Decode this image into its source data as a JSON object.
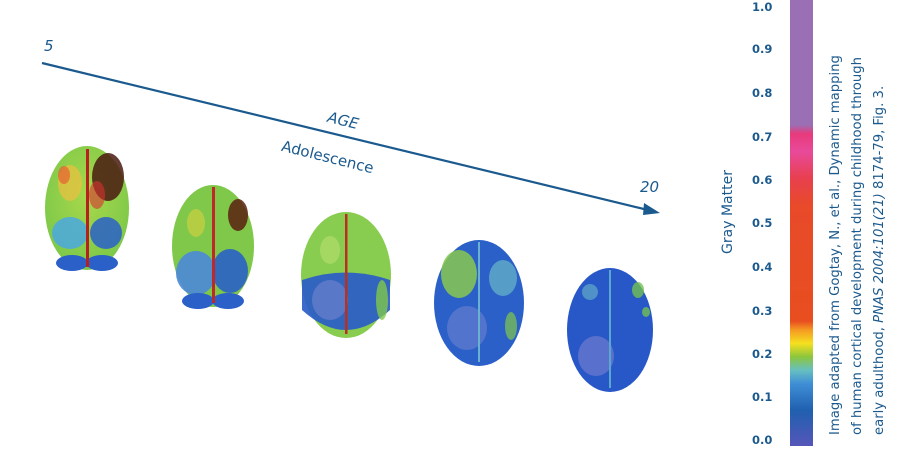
{
  "axis": {
    "start_label": "5",
    "end_label": "20",
    "title": "AGE",
    "phase_label": "Adolescence",
    "color": "#1b5a8e"
  },
  "brains": [
    {
      "order": 1,
      "description": "age ~5 top-view cortex, mostly green/yellow/red, dark frontal region"
    },
    {
      "order": 2,
      "description": "green with red midline, blue posterior"
    },
    {
      "order": 3,
      "description": "green frontal, blue posterior"
    },
    {
      "order": 4,
      "description": "mostly blue with some green frontal"
    },
    {
      "order": 5,
      "description": "age ~20, nearly all blue/purple"
    }
  ],
  "colorbar": {
    "title": "Gray Matter",
    "ticks": [
      "1.0",
      "0.9",
      "0.8",
      "0.7",
      "0.6",
      "0.5",
      "0.4",
      "0.3",
      "0.2",
      "0.1",
      "0.0"
    ],
    "stops": [
      {
        "value": 1.0,
        "color": "#9a6fb4"
      },
      {
        "value": 0.75,
        "color": "#9a6fb4"
      },
      {
        "value": 0.72,
        "color": "#e83a7c"
      },
      {
        "value": 0.66,
        "color": "#e84a9a"
      },
      {
        "value": 0.6,
        "color": "#e8404f"
      },
      {
        "value": 0.55,
        "color": "#e84a2a"
      },
      {
        "value": 0.27,
        "color": "#e84e20"
      },
      {
        "value": 0.25,
        "color": "#f59a22"
      },
      {
        "value": 0.23,
        "color": "#f5e020"
      },
      {
        "value": 0.2,
        "color": "#8cc63c"
      },
      {
        "value": 0.17,
        "color": "#66c0c0"
      },
      {
        "value": 0.15,
        "color": "#3f8fd6"
      },
      {
        "value": 0.08,
        "color": "#2060b0"
      },
      {
        "value": 0.0,
        "color": "#5556b8"
      }
    ]
  },
  "credit": {
    "line1": "Image adapted from Gogtay, N., et al., Dynamic mapping",
    "line2": "of human cortical development during childhood through",
    "line3_prefix": "early adulthood, ",
    "line3_italic": "PNAS 2004:101(21)",
    "line3_suffix": " 8174-79, Fig. 3."
  }
}
